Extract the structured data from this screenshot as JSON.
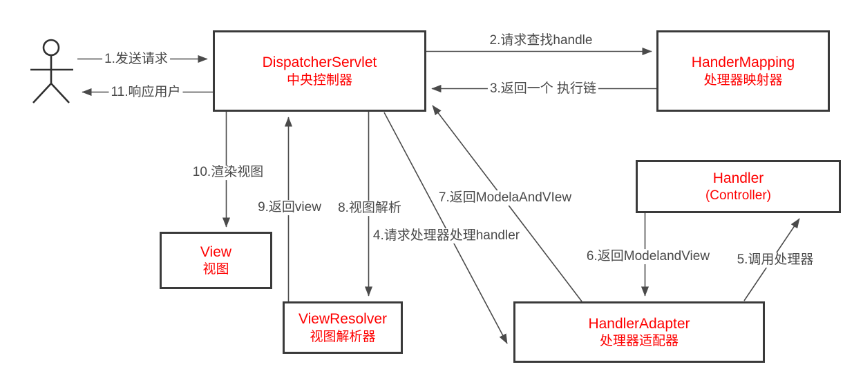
{
  "diagram": {
    "type": "spring-mvc-flow-diagram",
    "actor_icon": "stick-figure-user",
    "boxes": [
      {
        "id": "dispatcher-servlet",
        "title": "DispatcherServlet",
        "subtitle": "中央控制器"
      },
      {
        "id": "handler-mapping",
        "title": "HanderMapping",
        "subtitle": "处理器映射器"
      },
      {
        "id": "handler",
        "title": "Handler",
        "subtitle": "(Controller)"
      },
      {
        "id": "handler-adapter",
        "title": "HandlerAdapter",
        "subtitle": "处理器适配器"
      },
      {
        "id": "view-resolver",
        "title": "ViewResolver",
        "subtitle": "视图解析器"
      },
      {
        "id": "view",
        "title": "View",
        "subtitle": "视图"
      }
    ],
    "arrows": [
      {
        "label": "1.发送请求",
        "from": "user",
        "to": "dispatcher-servlet"
      },
      {
        "label": "2.请求查找handle",
        "from": "dispatcher-servlet",
        "to": "handler-mapping"
      },
      {
        "label": "3.返回一个 执行链",
        "from": "handler-mapping",
        "to": "dispatcher-servlet"
      },
      {
        "label": "4.请求处理器处理handler",
        "from": "dispatcher-servlet",
        "to": "handler-adapter"
      },
      {
        "label": "5.调用处理器",
        "from": "handler-adapter",
        "to": "handler"
      },
      {
        "label": "6.返回ModelandView",
        "from": "handler",
        "to": "handler-adapter"
      },
      {
        "label": "7.返回ModelaAndVIew",
        "from": "handler-adapter",
        "to": "dispatcher-servlet"
      },
      {
        "label": "8.视图解析",
        "from": "dispatcher-servlet",
        "to": "view-resolver"
      },
      {
        "label": "9.返回view",
        "from": "view-resolver",
        "to": "dispatcher-servlet"
      },
      {
        "label": "10.渲染视图",
        "from": "dispatcher-servlet",
        "to": "view"
      },
      {
        "label": "11.响应用户",
        "from": "dispatcher-servlet",
        "to": "user"
      }
    ],
    "colors": {
      "box_text": "#fe0000",
      "box_border": "#3a3a3a",
      "line": "#4a4a4a",
      "label_text": "#4a4a4a",
      "background": "#ffffff"
    }
  }
}
